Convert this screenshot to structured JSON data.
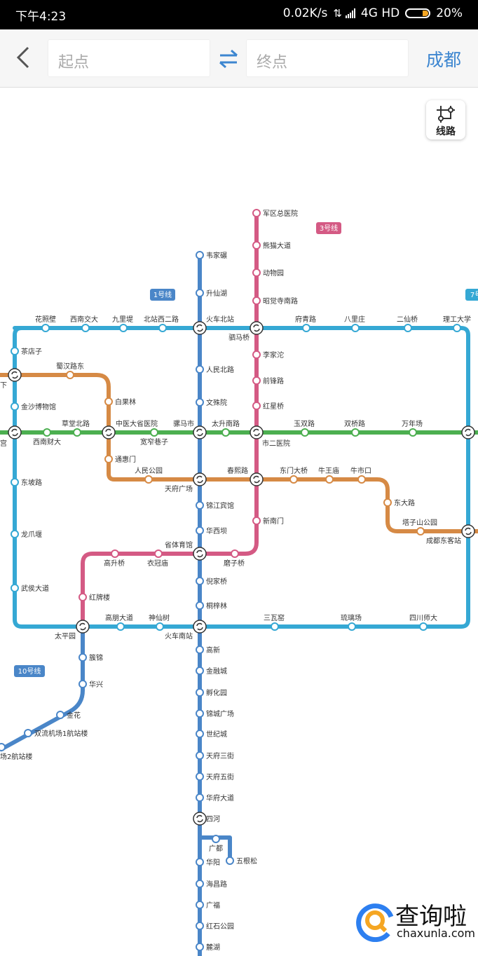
{
  "status_bar": {
    "time": "下午4:23",
    "speed": "0.02K/s",
    "network": "4G HD",
    "battery": "20%",
    "battery_color": "#f5a623"
  },
  "top_bar": {
    "start_placeholder": "起点",
    "end_placeholder": "终点",
    "city": "成都",
    "accent": "#3d86d0",
    "icons": [
      "back-icon",
      "swap-icon"
    ]
  },
  "route_button": {
    "label": "线路",
    "icon": "route-lines-icon"
  },
  "watermark": {
    "brand": "查询啦",
    "url": "chaxunla.com"
  },
  "map": {
    "colors": {
      "line1": "#4a86c8",
      "line2": "#d68a45",
      "line3": "#d45a84",
      "line4": "#4caf50",
      "line7": "#35a8d4",
      "line10": "#4a86c8"
    },
    "badges": [
      {
        "id": "line1",
        "text": "1号线",
        "color": "#4a86c8"
      },
      {
        "id": "line3",
        "text": "3号线",
        "color": "#d45a84"
      },
      {
        "id": "line7",
        "text": "7号",
        "color": "#35a8d4"
      },
      {
        "id": "line10",
        "text": "10号线",
        "color": "#4a86c8"
      }
    ],
    "stations": [
      {
        "name": "军区总医院",
        "line": "line3"
      },
      {
        "name": "熊猫大道",
        "line": "line3"
      },
      {
        "name": "动物园",
        "line": "line3"
      },
      {
        "name": "昭觉寺南路",
        "line": "line3"
      },
      {
        "name": "驷马桥",
        "line": "line3",
        "transfer": true
      },
      {
        "name": "李家沱",
        "line": "line3"
      },
      {
        "name": "前锋路",
        "line": "line3"
      },
      {
        "name": "红星桥",
        "line": "line3"
      },
      {
        "name": "市二医院",
        "line": "line3",
        "transfer": true
      },
      {
        "name": "春熙路",
        "line": "line3",
        "transfer": true
      },
      {
        "name": "新南门",
        "line": "line3"
      },
      {
        "name": "磨子桥",
        "line": "line3"
      },
      {
        "name": "省体育馆",
        "line": "line3",
        "transfer": true
      },
      {
        "name": "衣冠庙",
        "line": "line3"
      },
      {
        "name": "高升桥",
        "line": "line3"
      },
      {
        "name": "红牌楼",
        "line": "line3"
      },
      {
        "name": "太平园",
        "line": "line3",
        "transfer": true
      },
      {
        "name": "韦家碾",
        "line": "line1"
      },
      {
        "name": "升仙湖",
        "line": "line1"
      },
      {
        "name": "火车北站",
        "line": "line1",
        "transfer": true
      },
      {
        "name": "人民北路",
        "line": "line1"
      },
      {
        "name": "文殊院",
        "line": "line1"
      },
      {
        "name": "骡马市",
        "line": "line1",
        "transfer": true
      },
      {
        "name": "天府广场",
        "line": "line1",
        "transfer": true
      },
      {
        "name": "锦江宾馆",
        "line": "line1"
      },
      {
        "name": "华西坝",
        "line": "line1"
      },
      {
        "name": "倪家桥",
        "line": "line1"
      },
      {
        "name": "桐梓林",
        "line": "line1"
      },
      {
        "name": "火车南站",
        "line": "line1",
        "transfer": true
      },
      {
        "name": "高新",
        "line": "line1"
      },
      {
        "name": "金融城",
        "line": "line1"
      },
      {
        "name": "孵化园",
        "line": "line1"
      },
      {
        "name": "锦城广场",
        "line": "line1"
      },
      {
        "name": "世纪城",
        "line": "line1"
      },
      {
        "name": "天府三街",
        "line": "line1"
      },
      {
        "name": "天府五街",
        "line": "line1"
      },
      {
        "name": "华府大道",
        "line": "line1"
      },
      {
        "name": "四河",
        "line": "line1",
        "transfer": true
      },
      {
        "name": "广都",
        "line": "line1"
      },
      {
        "name": "五根松",
        "line": "line1"
      },
      {
        "name": "华阳",
        "line": "line1"
      },
      {
        "name": "海昌路",
        "line": "line1"
      },
      {
        "name": "广福",
        "line": "line1"
      },
      {
        "name": "红石公园",
        "line": "line1"
      },
      {
        "name": "麓湖",
        "line": "line1"
      },
      {
        "name": "花照壁",
        "line": "line7"
      },
      {
        "name": "西南交大",
        "line": "line7"
      },
      {
        "name": "九里堤",
        "line": "line7"
      },
      {
        "name": "北站西二路",
        "line": "line7"
      },
      {
        "name": "府青路",
        "line": "line7"
      },
      {
        "name": "八里庄",
        "line": "line7"
      },
      {
        "name": "二仙桥",
        "line": "line7"
      },
      {
        "name": "理工大学",
        "line": "line7"
      },
      {
        "name": "茶店子",
        "line": "line7"
      },
      {
        "name": "金沙博物馆",
        "line": "line7"
      },
      {
        "name": "东坡路",
        "line": "line7"
      },
      {
        "name": "龙爪堰",
        "line": "line7"
      },
      {
        "name": "武侯大道",
        "line": "line7"
      },
      {
        "name": "高朋大道",
        "line": "line7"
      },
      {
        "name": "神仙树",
        "line": "line7"
      },
      {
        "name": "三瓦窑",
        "line": "line7"
      },
      {
        "name": "琉璃场",
        "line": "line7"
      },
      {
        "name": "四川师大",
        "line": "line7"
      },
      {
        "name": "成都东客站",
        "line": "line7",
        "transfer": true
      },
      {
        "name": "蜀汉路东",
        "line": "line2"
      },
      {
        "name": "白果林",
        "line": "line2"
      },
      {
        "name": "中医大省医院",
        "line": "line2",
        "transfer": true
      },
      {
        "name": "通惠门",
        "line": "line2"
      },
      {
        "name": "人民公园",
        "line": "line2"
      },
      {
        "name": "东门大桥",
        "line": "line2"
      },
      {
        "name": "牛王庙",
        "line": "line2"
      },
      {
        "name": "牛市口",
        "line": "line2"
      },
      {
        "name": "东大路",
        "line": "line2"
      },
      {
        "name": "塔子山公园",
        "line": "line2"
      },
      {
        "name": "草堂北路",
        "line": "line4"
      },
      {
        "name": "西南财大",
        "line": "line4"
      },
      {
        "name": "宽窄巷子",
        "line": "line4"
      },
      {
        "name": "太升南路",
        "line": "line4"
      },
      {
        "name": "玉双路",
        "line": "line4"
      },
      {
        "name": "双桥路",
        "line": "line4"
      },
      {
        "name": "万年场",
        "line": "line4"
      },
      {
        "name": "簇锦",
        "line": "line10"
      },
      {
        "name": "华兴",
        "line": "line10"
      },
      {
        "name": "金花",
        "line": "line10"
      },
      {
        "name": "双流机场1航站楼",
        "line": "line10"
      },
      {
        "name": "场2航站楼",
        "line": "line10"
      }
    ],
    "partial_labels": [
      "下",
      "宫"
    ]
  }
}
